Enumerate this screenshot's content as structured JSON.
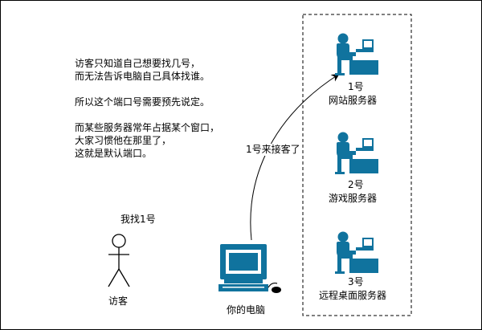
{
  "note": {
    "line1": "访客只知道自己想要找几号，",
    "line2": "而无法告诉电脑自己具体找谁。",
    "line3": "所以这个端口号需要预先说定。",
    "line4": "而某些服务器常年占据某个窗口，",
    "line5": "大家习惯他在那里了，",
    "line6": "这就是默认端口。"
  },
  "visitor": {
    "speech": "我找1号",
    "name": "访客"
  },
  "computer": {
    "name": "你的电脑",
    "bubble": "?"
  },
  "connection": {
    "label": "1号来接客了"
  },
  "servers": [
    {
      "number": "1号",
      "name": "网站服务器"
    },
    {
      "number": "2号",
      "name": "游戏服务器"
    },
    {
      "number": "3号",
      "name": "远程桌面服务器"
    }
  ],
  "colors": {
    "icon": "#10739e",
    "line": "#000000"
  },
  "icons": {
    "server": "user-at-workstation-icon",
    "person": "stick-figure-icon",
    "pc": "desktop-computer-icon"
  }
}
